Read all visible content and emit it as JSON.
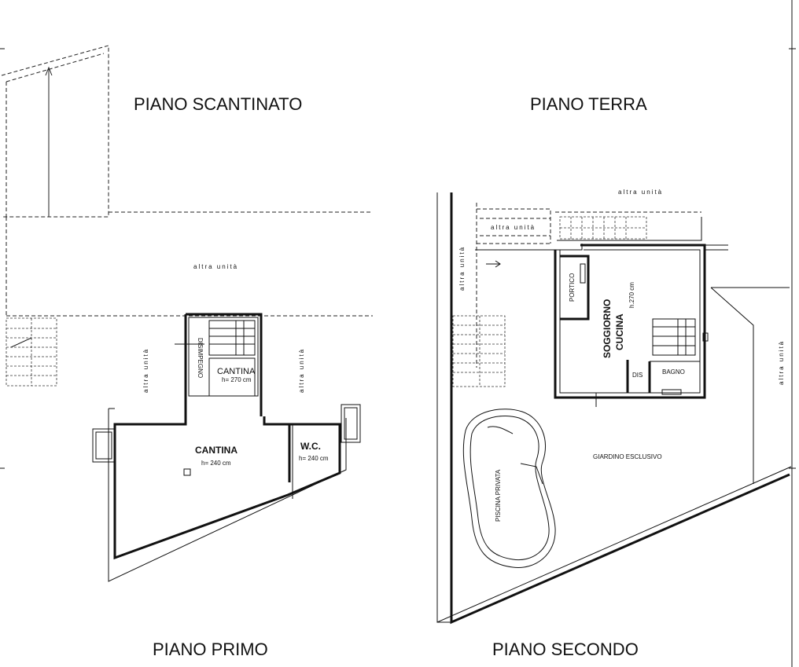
{
  "floors": {
    "basement_title": "PIANO SCANTINATO",
    "ground_title": "PIANO TERRA",
    "first_title": "PIANO PRIMO",
    "second_title": "PIANO SECONDO"
  },
  "basement": {
    "other_unit_top": "altra unità",
    "other_unit_left": "altra unità",
    "other_unit_right": "altra unità",
    "hallway": "DISIMPEGNO",
    "cellar_small": "CANTINA",
    "cellar_small_height": "h= 270 cm",
    "cellar_main": "CANTINA",
    "cellar_main_height": "h= 240 cm",
    "wc": "W.C.",
    "wc_height": "h= 240 cm"
  },
  "ground": {
    "other_unit_top": "altra unità",
    "other_unit_mid": "altra unità",
    "other_unit_left": "altra unità",
    "other_unit_right": "altra unità",
    "porch": "PORTICO",
    "living": "SOGGIORNO",
    "kitchen": "CUCINA",
    "living_height": "h.270 cm",
    "dis": "DIS",
    "bath": "BAGNO",
    "garden": "GIARDINO ESCLUSIVO",
    "pool": "PISCINA PRIVATA"
  }
}
